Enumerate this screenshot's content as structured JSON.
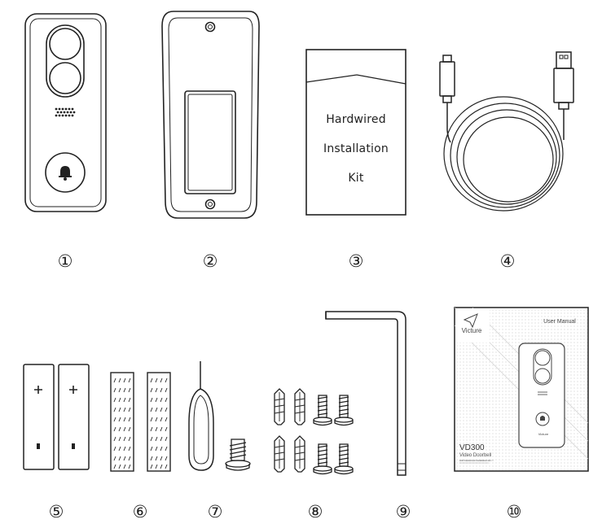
{
  "items": [
    {
      "number": "①"
    },
    {
      "number": "②"
    },
    {
      "number": "③"
    },
    {
      "number": "④"
    },
    {
      "number": "⑤"
    },
    {
      "number": "⑥"
    },
    {
      "number": "⑦"
    },
    {
      "number": "⑧"
    },
    {
      "number": "⑨"
    },
    {
      "number": "⑩"
    }
  ],
  "kit_card": {
    "line1": "Hardwired",
    "line2": "Installation",
    "line3": "Kit"
  },
  "manual": {
    "brand": "Victure",
    "header": "User Manual",
    "model": "VD300",
    "subtitle": "Video Doorbell",
    "small_print": "with hardwired installation kit",
    "device_brand": "Victure"
  },
  "icons": {
    "doorbell": "doorbell-icon",
    "mount": "mounting-bracket-icon",
    "cable": "usb-cable-icon",
    "battery": "battery-icon",
    "tape": "adhesive-tape-icon",
    "pin": "reset-pin-icon",
    "screws": "screws-anchors-icon",
    "wrench": "hex-key-icon",
    "manual": "user-manual-icon"
  }
}
